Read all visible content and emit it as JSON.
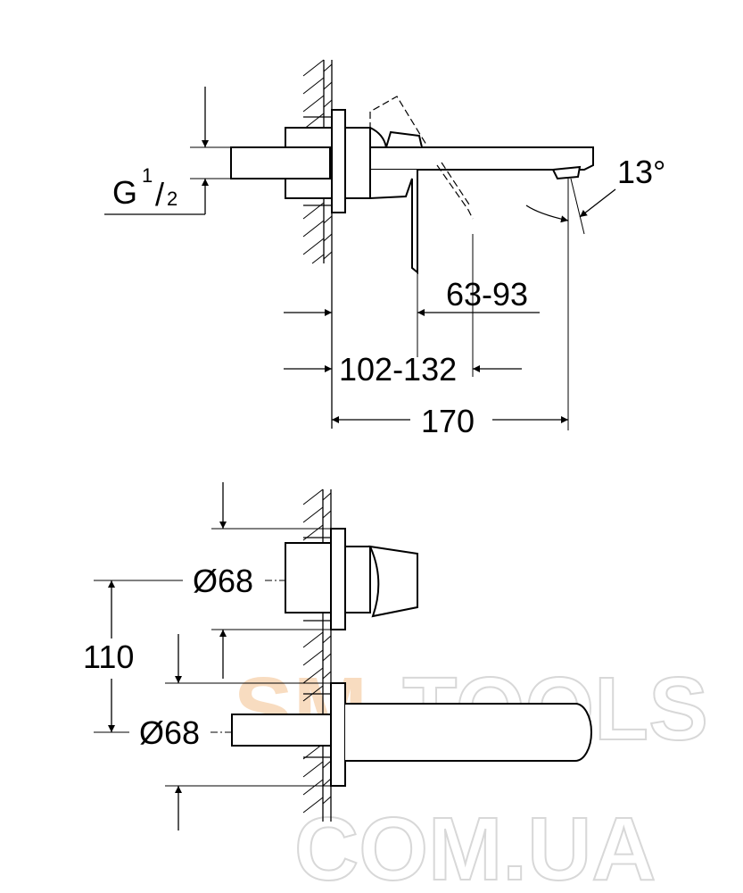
{
  "top_view": {
    "thread_label": "G",
    "thread_fraction_num": "1",
    "thread_fraction_den": "2",
    "dim_lever": "63-93",
    "dim_projection": "102-132",
    "dim_total": "170",
    "angle": "13°"
  },
  "front_view": {
    "diameter_upper": "Ø68",
    "diameter_lower": "Ø68",
    "dim_spacing": "110"
  },
  "watermark": {
    "line1_part1": "SM",
    "line1_part2": "-TOOLS",
    "line2": "COM.UA",
    "color_accent": "#f8dcc0",
    "color_outline": "#d8d8d8"
  }
}
